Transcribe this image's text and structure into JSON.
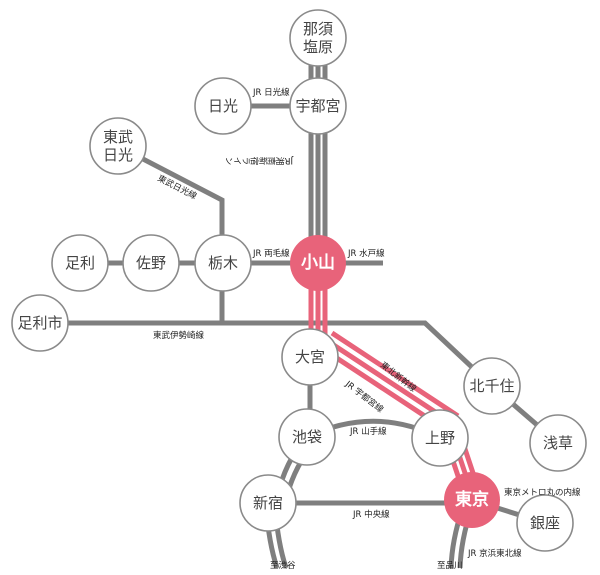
{
  "colors": {
    "line": "#7f7f7f",
    "highlight": "#e8637a"
  },
  "stations": {
    "nasushiobara_1": "那須",
    "nasushiobara_2": "塩原",
    "utsunomiya": "宇都宮",
    "nikko": "日光",
    "tobunikko_1": "東武",
    "tobunikko_2": "日光",
    "ashikaga": "足利",
    "sano": "佐野",
    "tochigi": "栃木",
    "oyama": "小山",
    "ashikagashi": "足利市",
    "omiya": "大宮",
    "kitasenju": "北千住",
    "asakusa": "浅草",
    "ikebukuro": "池袋",
    "ueno": "上野",
    "shinjuku": "新宿",
    "tokyo": "東京",
    "ginza": "銀座"
  },
  "lines": {
    "nikko": "JR 日光線",
    "tobu_nikko": "東武日光線",
    "shonan": "JR湘南新宿ライン",
    "ryomo": "JR 両毛線",
    "mito": "JR 水戸線",
    "tobu_isesaki": "東武伊勢崎線",
    "tohoku_shinkansen": "東北新幹線",
    "utsunomiya": "JR 宇都宮線",
    "yamanote": "JR 山手線",
    "chuo": "JR 中央線",
    "marunouchi": "東京メトロ丸の内線",
    "keihin": "JR 京浜東北線",
    "to_shibuya": "至渋谷",
    "to_shinagawa": "至品川"
  }
}
